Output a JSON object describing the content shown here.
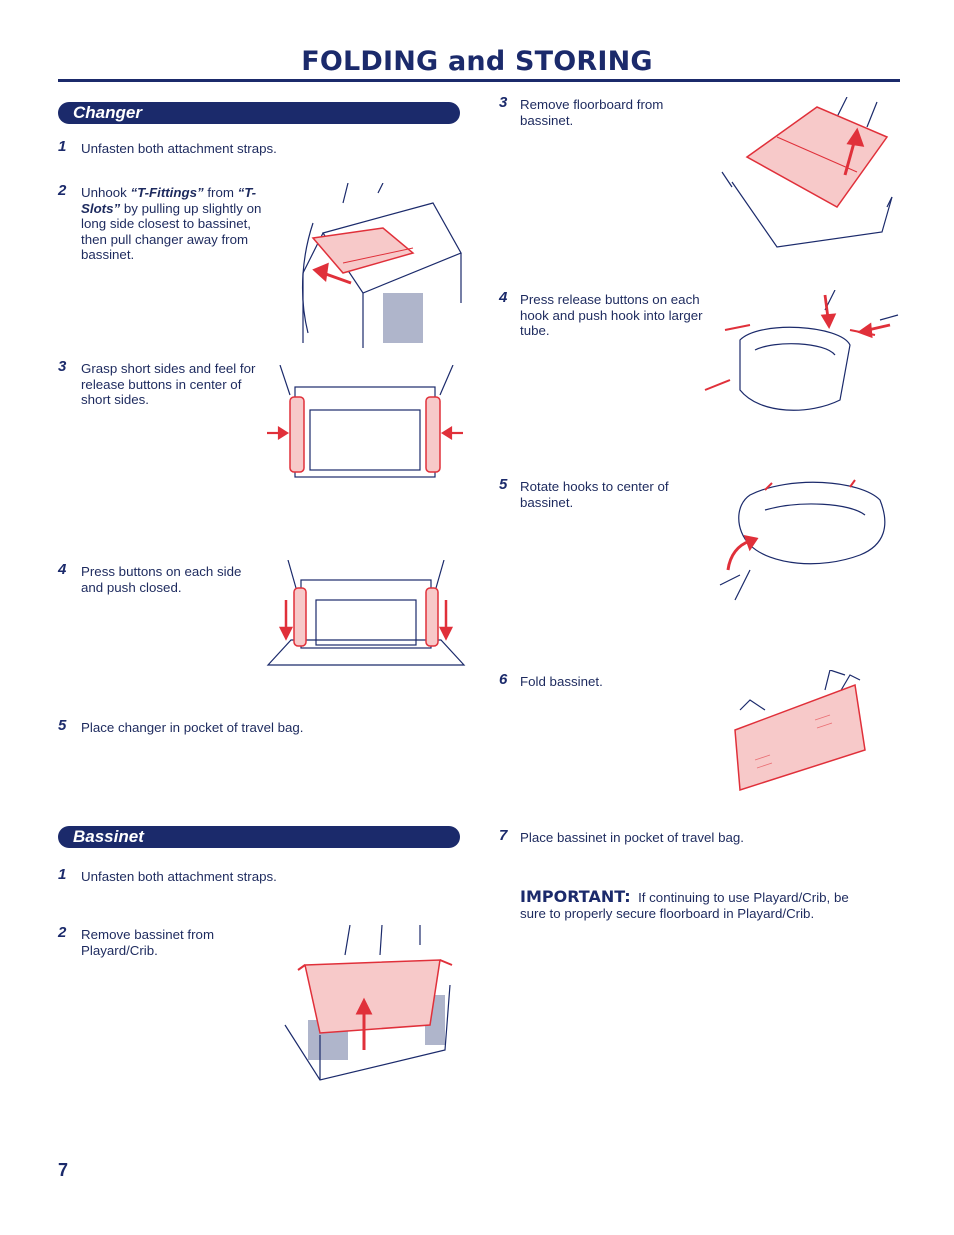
{
  "page_title": "FOLDING and STORING",
  "changer": {
    "heading": "Changer",
    "steps": [
      {
        "num": "1",
        "text": "Unfasten both attachment straps."
      },
      {
        "num": "2",
        "text_pre": "Unhook ",
        "em1": "“T-Fittings”",
        "text_mid": " from ",
        "em2": "“T-Slots”",
        "text_post": " by pulling up slightly on long side closest to bassinet, then pull changer away from bassinet."
      },
      {
        "num": "3",
        "text": "Grasp short sides and feel for release buttons in center of short sides."
      },
      {
        "num": "4",
        "text": "Press buttons on each side and push closed."
      },
      {
        "num": "5",
        "text": "Place changer in pocket of travel bag."
      }
    ]
  },
  "bassinet": {
    "heading": "Bassinet",
    "steps": [
      {
        "num": "1",
        "text": "Unfasten both attachment straps."
      },
      {
        "num": "2",
        "text": "Remove bassinet from Playard/Crib."
      },
      {
        "num": "3",
        "text": "Remove floorboard from bassinet."
      },
      {
        "num": "4",
        "text": "Press release buttons on each hook and push hook into larger tube."
      },
      {
        "num": "5",
        "text": "Rotate hooks to center of bassinet."
      },
      {
        "num": "6",
        "text": "Fold bassinet."
      },
      {
        "num": "7",
        "text": "Place bassinet in pocket of travel bag."
      }
    ]
  },
  "important": {
    "label": "IMPORTANT:",
    "text": "If continuing to use Playard/Crib, be sure to properly secure floorboard in Playard/Crib."
  },
  "page_number": "7",
  "colors": {
    "navy": "#1b2a6b",
    "red_accent": "#e0303a",
    "pink_fill": "#f7c9c9"
  }
}
